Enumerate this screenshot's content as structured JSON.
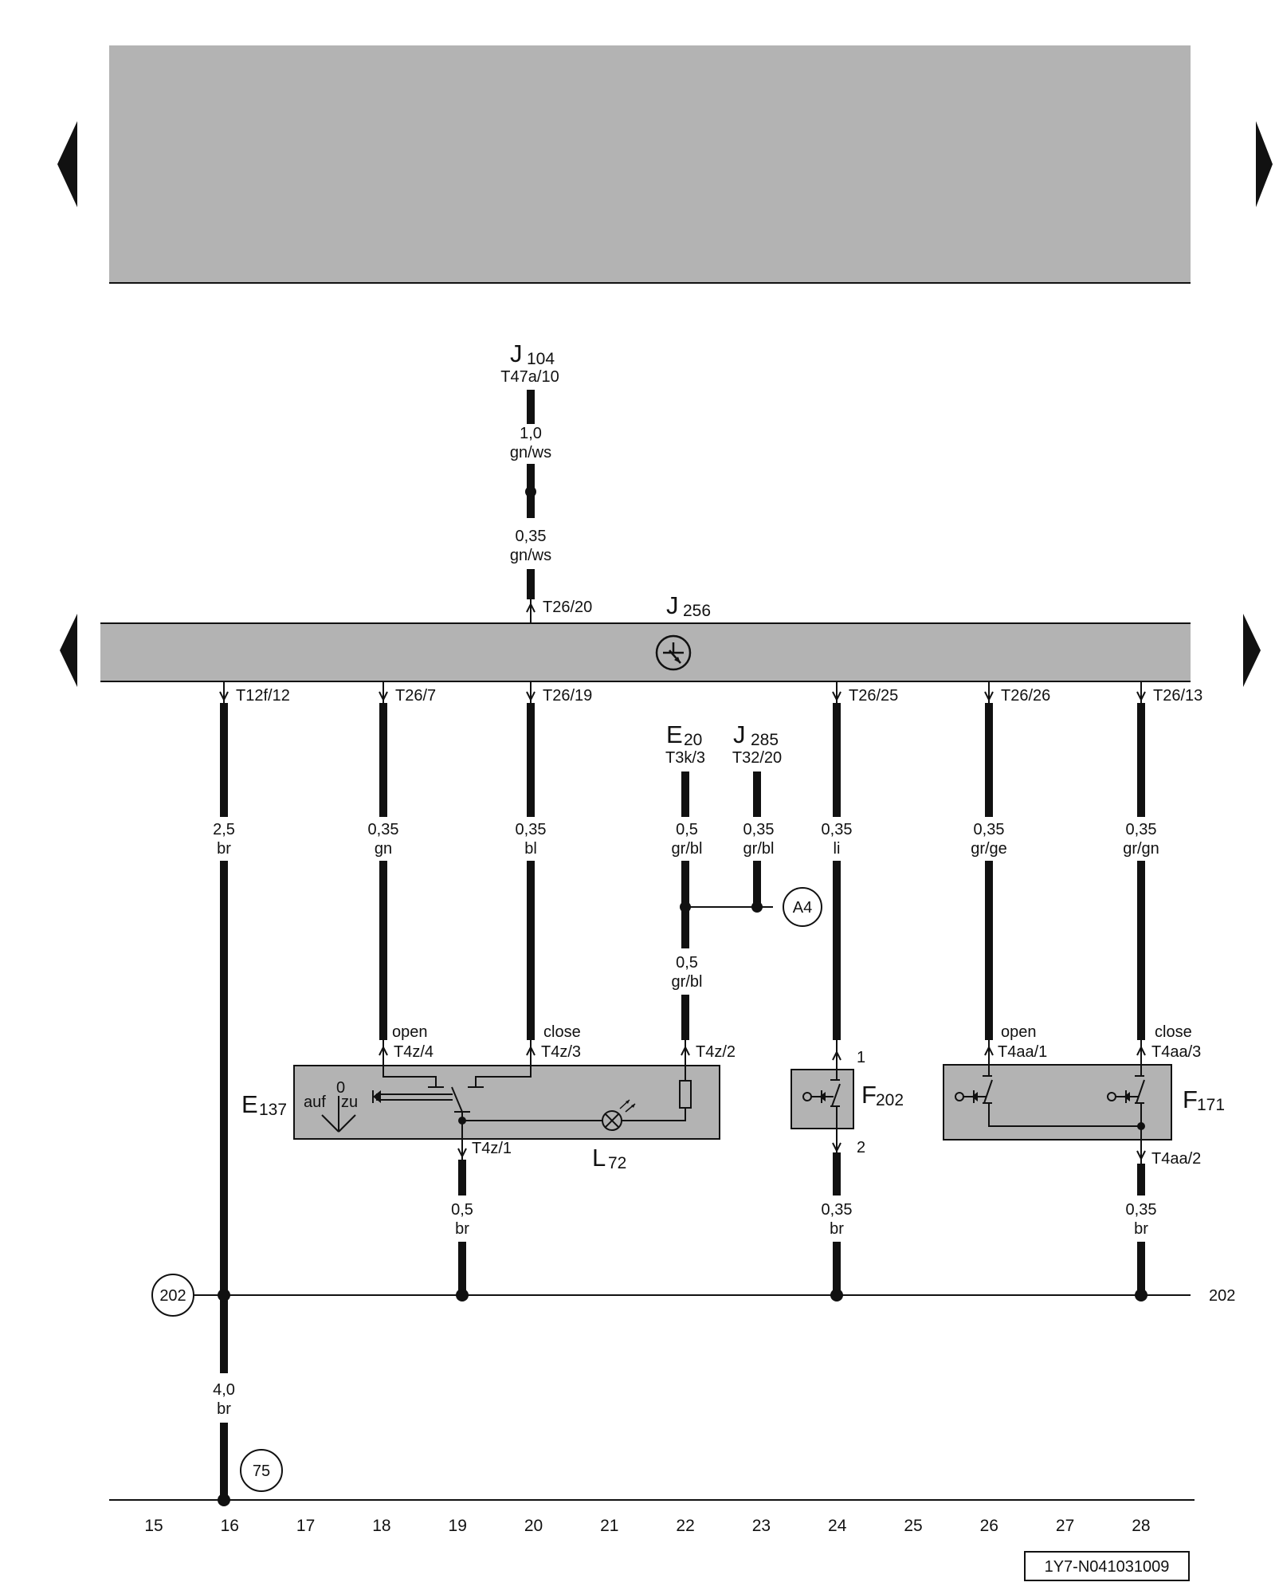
{
  "components": {
    "j104": {
      "name": "J",
      "sub": "104",
      "pin": "T47a/10"
    },
    "j256": {
      "name": "J",
      "sub": "256"
    },
    "e20": {
      "name": "E",
      "sub": "20",
      "pin": "T3k/3"
    },
    "j285": {
      "name": "J",
      "sub": "285",
      "pin": "T32/20"
    },
    "e137": {
      "name": "E",
      "sub": "137",
      "auf": "auf",
      "zu": "zu",
      "zero": "0"
    },
    "l72": {
      "name": "L",
      "sub": "72"
    },
    "f202": {
      "name": "F",
      "sub": "202"
    },
    "f171": {
      "name": "F",
      "sub": "171"
    }
  },
  "pins": {
    "t26_20": "T26/20",
    "t12f_12": "T12f/12",
    "t26_7": "T26/7",
    "t26_19": "T26/19",
    "t26_25": "T26/25",
    "t26_26": "T26/26",
    "t26_13": "T26/13",
    "t4z_4": "T4z/4",
    "t4z_3": "T4z/3",
    "t4z_2": "T4z/2",
    "t4z_1": "T4z/1",
    "t4aa_1": "T4aa/1",
    "t4aa_3": "T4aa/3",
    "t4aa_2": "T4aa/2",
    "f202_1": "1",
    "f202_2": "2"
  },
  "wires": {
    "w1": {
      "size": "1,0",
      "color": "gn/ws"
    },
    "w2": {
      "size": "0,35",
      "color": "gn/ws"
    },
    "w16a": {
      "size": "2,5",
      "color": "br"
    },
    "w18": {
      "size": "0,35",
      "color": "gn"
    },
    "w20": {
      "size": "0,35",
      "color": "bl"
    },
    "w22a": {
      "size": "0,5",
      "color": "gr/bl"
    },
    "w23": {
      "size": "0,35",
      "color": "gr/bl"
    },
    "w22b": {
      "size": "0,5",
      "color": "gr/bl"
    },
    "w24": {
      "size": "0,35",
      "color": "li"
    },
    "w26": {
      "size": "0,35",
      "color": "gr/ge"
    },
    "w28": {
      "size": "0,35",
      "color": "gr/gn"
    },
    "w19": {
      "size": "0,5",
      "color": "br"
    },
    "w24b": {
      "size": "0,35",
      "color": "br"
    },
    "w28b": {
      "size": "0,35",
      "color": "br"
    },
    "w16b": {
      "size": "4,0",
      "color": "br"
    }
  },
  "switch_labels": {
    "open_e137": "open",
    "close_e137": "close",
    "open_f171": "open",
    "close_f171": "close"
  },
  "connectors": {
    "a4": "A4",
    "g202_left": "202",
    "g202_right": "202",
    "g75": "75"
  },
  "tracks": [
    "15",
    "16",
    "17",
    "18",
    "19",
    "20",
    "21",
    "22",
    "23",
    "24",
    "25",
    "26",
    "27",
    "28"
  ],
  "doc_id": "1Y7-N041031009",
  "colors": {
    "panel": "#b3b3b3",
    "line": "#111111",
    "background": "#ffffff"
  },
  "icons": [
    "nav-prev-icon",
    "nav-next-icon",
    "central-locking-symbol-icon",
    "bulb-icon",
    "resistor-icon",
    "door-contact-switch-icon"
  ]
}
